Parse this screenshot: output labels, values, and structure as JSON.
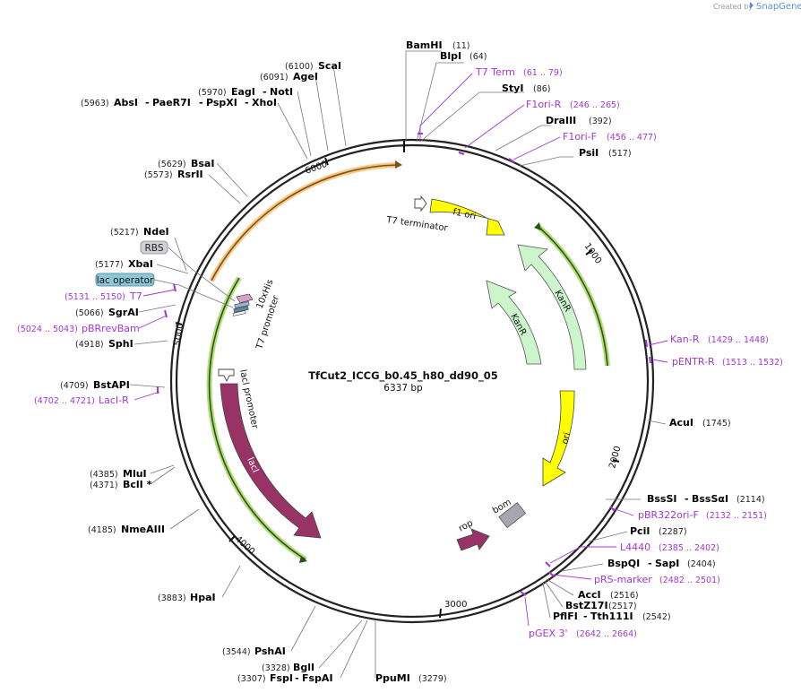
{
  "credit": {
    "text": "Created by",
    "brand": "SnapGene"
  },
  "plasmid": {
    "name": "TfCut2_ICCG_b0.45_h80_dd90_05",
    "length": "6337 bp"
  },
  "ticks": [
    "1000",
    "2000",
    "3000",
    "4000",
    "5000",
    "6000"
  ],
  "enzymes": {
    "bamhi": {
      "name": "BamHI",
      "pos": "(11)"
    },
    "blpi": {
      "name": "BlpI",
      "pos": "(64)"
    },
    "styi": {
      "name": "StyI",
      "pos": "(86)"
    },
    "draiii": {
      "name": "DraIII",
      "pos": "(392)"
    },
    "psii": {
      "name": "PsiI",
      "pos": "(517)"
    },
    "acui": {
      "name": "AcuI",
      "pos": "(1745)"
    },
    "bsssi": {
      "name": "BssSI",
      "name2": "BssSαI",
      "pos": "(2114)"
    },
    "pcii": {
      "name": "PciI",
      "pos": "(2287)"
    },
    "bspqi": {
      "name": "BspQI",
      "name2": "SapI",
      "pos": "(2404)"
    },
    "acci": {
      "name": "AccI",
      "pos": "(2516)"
    },
    "bstz17i": {
      "name": "BstZ17I",
      "pos": "(2517)"
    },
    "pflfi": {
      "name": "PflFI",
      "name2": "Tth111I",
      "pos": "(2542)"
    },
    "ppumi": {
      "name": "PpuMI",
      "pos": "(3279)"
    },
    "fspi": {
      "name": "FspI",
      "name2": "FspAI",
      "pos": "(3307)"
    },
    "bgli": {
      "name": "BglI",
      "pos": "(3328)"
    },
    "pshai": {
      "name": "PshAI",
      "pos": "(3544)"
    },
    "hpai": {
      "name": "HpaI",
      "pos": "(3883)"
    },
    "nmeaiii": {
      "name": "NmeAIII",
      "pos": "(4185)"
    },
    "bcli": {
      "name": "BclI *",
      "pos": "(4371)"
    },
    "mlui": {
      "name": "MluI",
      "pos": "(4385)"
    },
    "bstapi": {
      "name": "BstAPI",
      "pos": "(4709)"
    },
    "sphi": {
      "name": "SphI",
      "pos": "(4918)"
    },
    "sgrai": {
      "name": "SgrAI",
      "pos": "(5066)"
    },
    "xbai": {
      "name": "XbaI",
      "pos": "(5177)"
    },
    "ndei": {
      "name": "NdeI",
      "pos": "(5217)"
    },
    "rsrii": {
      "name": "RsrII",
      "pos": "(5573)"
    },
    "bsai": {
      "name": "BsaI",
      "pos": "(5629)"
    },
    "absi": {
      "name": "AbsI",
      "name2": "PaeR7I",
      "name3": "PspXI",
      "name4": "XhoI",
      "pos": "(5963)"
    },
    "eagi": {
      "name": "EagI",
      "name2": "NotI",
      "pos": "(5970)"
    },
    "agei": {
      "name": "AgeI",
      "pos": "(6091)"
    },
    "scai": {
      "name": "ScaI",
      "pos": "(6100)"
    }
  },
  "primers": {
    "t7term": {
      "name": "T7 Term",
      "pos": "(61 .. 79)"
    },
    "f1orir": {
      "name": "F1ori-R",
      "pos": "(246 .. 265)"
    },
    "f1orif": {
      "name": "F1ori-F",
      "pos": "(456 .. 477)"
    },
    "kanr": {
      "name": "Kan-R",
      "pos": "(1429 .. 1448)"
    },
    "pentrr": {
      "name": "pENTR-R",
      "pos": "(1513 .. 1532)"
    },
    "pbr322": {
      "name": "pBR322ori-F",
      "pos": "(2132 .. 2151)"
    },
    "l4440": {
      "name": "L4440",
      "pos": "(2385 .. 2402)"
    },
    "prs": {
      "name": "pRS-marker",
      "pos": "(2482 .. 2501)"
    },
    "pgex": {
      "name": "pGEX 3'",
      "pos": "(2642 .. 2664)"
    },
    "laci_r": {
      "name": "LacI-R",
      "pos": "(4702 .. 4721)"
    },
    "pbrrevbam": {
      "name": "pBRrevBam",
      "pos": "(5024 .. 5043)"
    },
    "t7": {
      "name": "T7",
      "pos": "(5131 .. 5150)"
    }
  },
  "boxed": {
    "rbs": "RBS",
    "lac_operator": "lac operator"
  },
  "features": {
    "t7_terminator": "T7 terminator",
    "f1_ori": "f1 ori",
    "kanr_outer": "KanR",
    "kanr_inner": "KanR",
    "ori": "ori",
    "bom": "bom",
    "rop": "rop",
    "laci": "lacI",
    "laci_promoter": "lacI promoter",
    "his": "10xHis",
    "t7_promoter": "T7 promoter"
  },
  "colors": {
    "f1_ori": "#ffff00",
    "kanr": "#ccf5cc",
    "ori": "#ffff00",
    "laci": "#993366",
    "rop": "#993366",
    "bom": "#a6a6b0",
    "orf_glow_green": "#9bd04e",
    "orf_glow_orange": "#f5b55b",
    "primer": "#a436d4"
  }
}
